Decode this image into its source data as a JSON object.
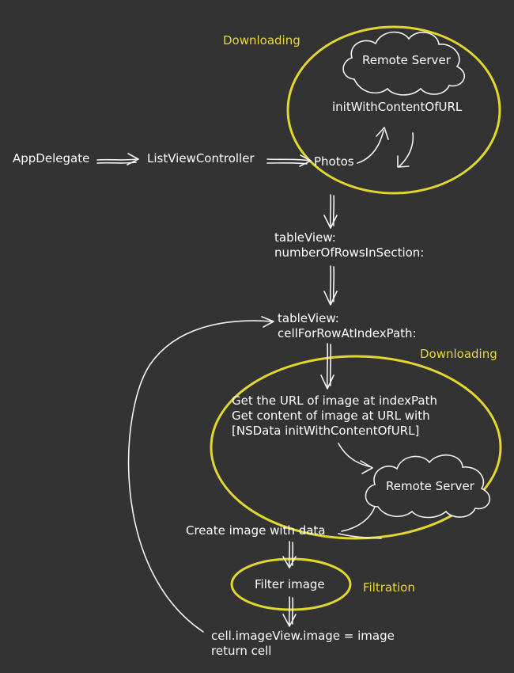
{
  "labels": {
    "downloading_top": "Downloading",
    "remote_server_top": "Remote Server",
    "init_with_content": "initWithContentOfURL",
    "app_delegate": "AppDelegate",
    "list_view_controller": "ListViewController",
    "photos": "Photos",
    "rows_line1": "tableView:",
    "rows_line2": "numberOfRowsInSection:",
    "cell_line1": "tableView:",
    "cell_line2": "cellForRowAtIndexPath:",
    "downloading_bottom": "Downloading",
    "get_url": "Get the URL of image at indexPath",
    "get_content": "Get content of image at URL with",
    "nsdata": "[NSData initWithContentOfURL]",
    "remote_server_bottom": "Remote Server",
    "create_image": "Create image with data",
    "filter_image": "Filter image",
    "filtration": "Filtration",
    "assign_image": "cell.imageView.image = image",
    "return_cell": "return cell"
  },
  "colors": {
    "background": "#333333",
    "text": "#ffffff",
    "highlight": "#e8d83a"
  }
}
